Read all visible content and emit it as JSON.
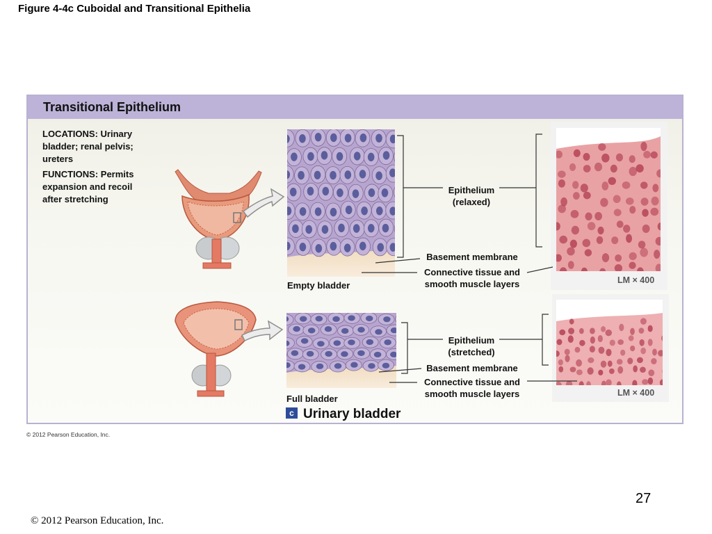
{
  "figure_title": "Figure 4-4c  Cuboidal and Transitional Epithelia",
  "panel": {
    "title": "Transitional Epithelium",
    "locations": "LOCATIONS: Urinary bladder; renal pelvis; ureters",
    "functions": "FUNCTIONS: Permits expansion and recoil after stretching"
  },
  "top": {
    "caption": "Empty bladder",
    "epithelium_label": [
      "Epithelium",
      "(relaxed)"
    ],
    "basement_label": "Basement membrane",
    "connective_label": [
      "Connective tissue and",
      "smooth muscle layers"
    ],
    "magnification": "LM  × 400"
  },
  "bottom": {
    "caption": "Full bladder",
    "epithelium_label": [
      "Epithelium",
      "(stretched)"
    ],
    "basement_label": "Basement membrane",
    "connective_label": [
      "Connective tissue and",
      "smooth muscle layers"
    ],
    "magnification": "LM  × 400"
  },
  "section_badge": "c",
  "section_title": "Urinary bladder",
  "copyright_small": "© 2012 Pearson Education, Inc.",
  "page_number": "27",
  "copyright_footer": "© 2012 Pearson Education, Inc.",
  "colors": {
    "header": "#bdb3d8",
    "cell_fill": "#c4b3d8",
    "nucleus": "#5a5e9c",
    "micrograph": "#eaa2a6"
  }
}
